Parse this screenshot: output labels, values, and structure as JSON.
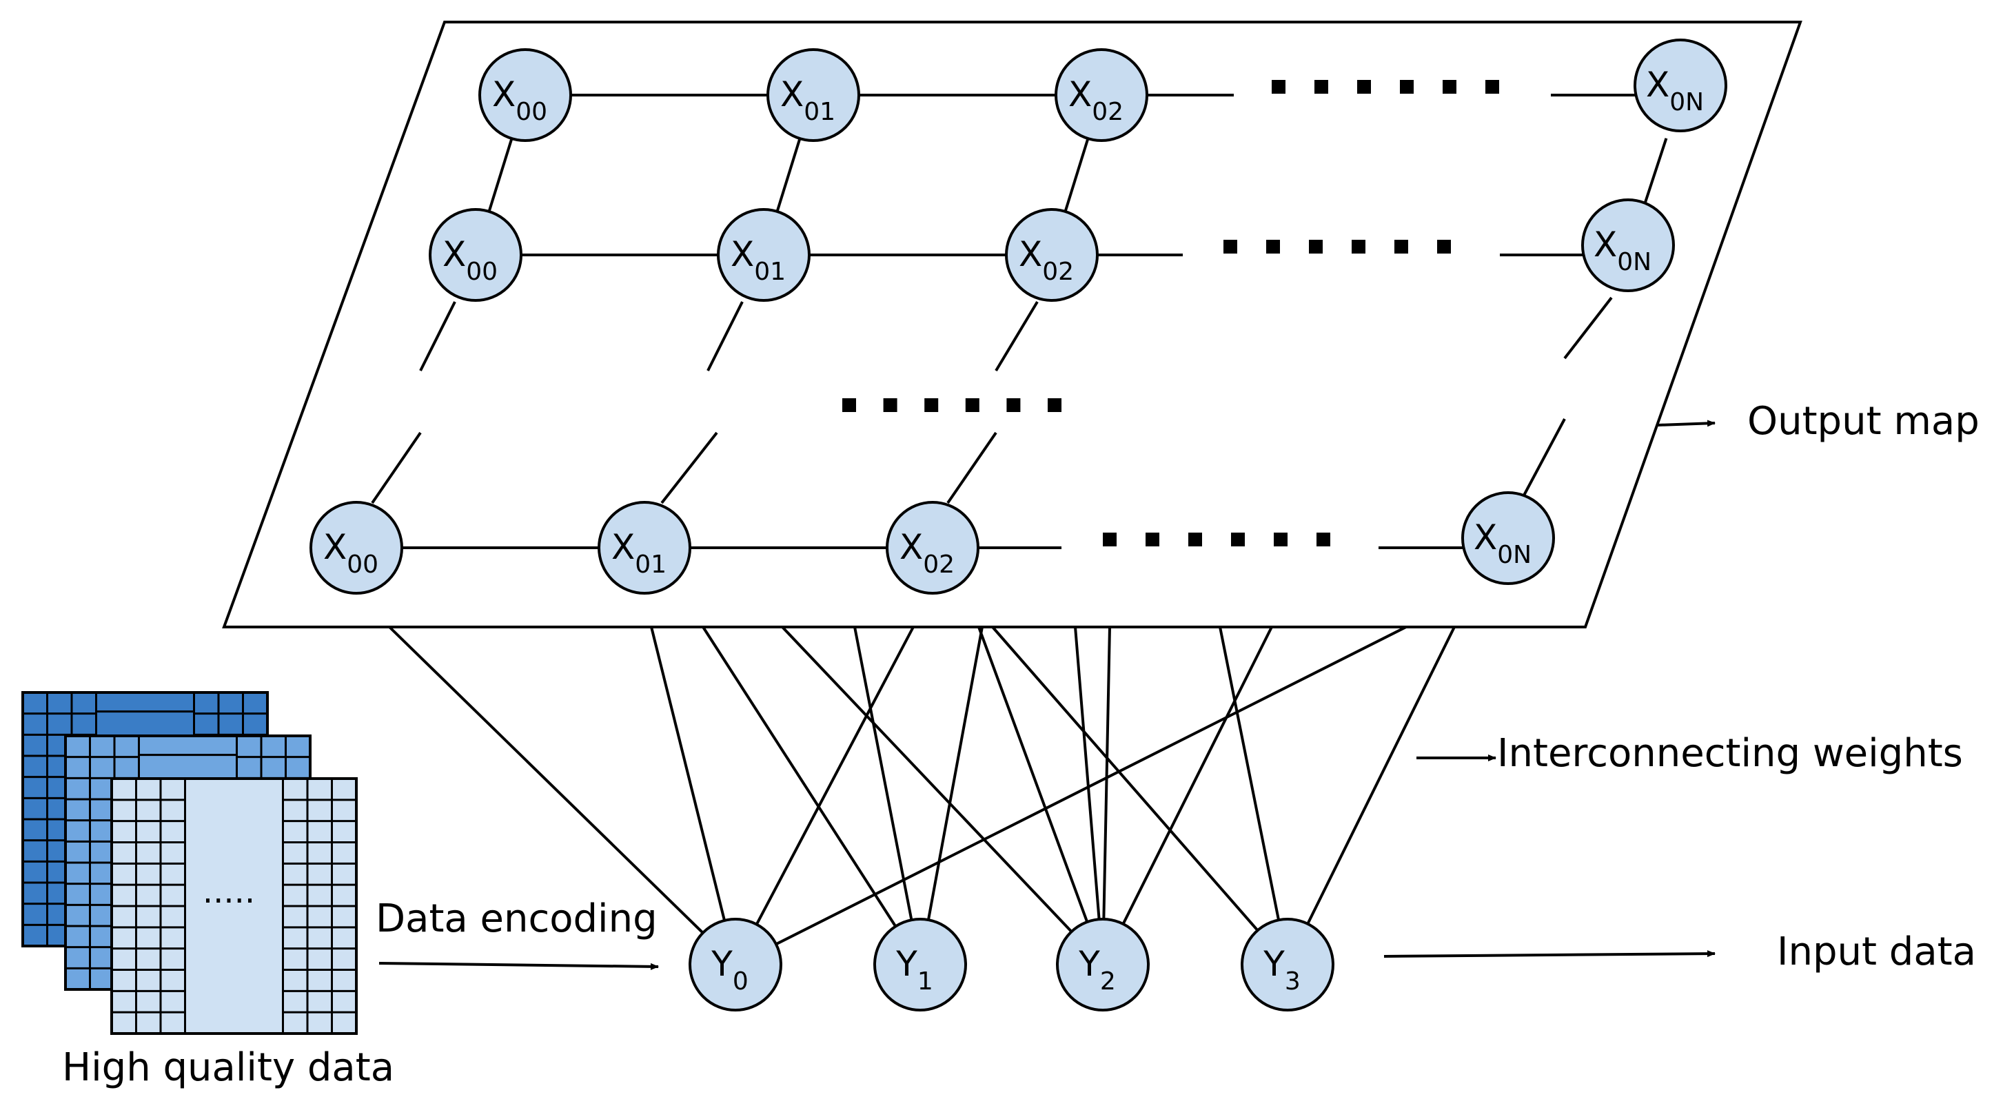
{
  "diagram": {
    "labels": {
      "output_map": "Output map",
      "interconnecting_weights": "Interconnecting weights",
      "input_data": "Input data",
      "data_encoding": "Data encoding",
      "high_quality_data": "High quality data"
    },
    "grid_nodes": [
      {
        "letter": "X",
        "sub": "00"
      },
      {
        "letter": "X",
        "sub": "01"
      },
      {
        "letter": "X",
        "sub": "02"
      },
      {
        "letter": "X",
        "sub": "0N"
      }
    ],
    "input_nodes": [
      {
        "letter": "Y",
        "sub": "0"
      },
      {
        "letter": "Y",
        "sub": "1"
      },
      {
        "letter": "Y",
        "sub": "2"
      },
      {
        "letter": "Y",
        "sub": "3"
      }
    ],
    "data_stack_ellipsis": ".....",
    "colors": {
      "node_fill": "#c8dcf0",
      "node_stroke": "#000000",
      "layer_dark": "#3a7dc6",
      "layer_mid": "#6fa6e0",
      "layer_light": "#cfe1f3",
      "line": "#000000"
    }
  }
}
